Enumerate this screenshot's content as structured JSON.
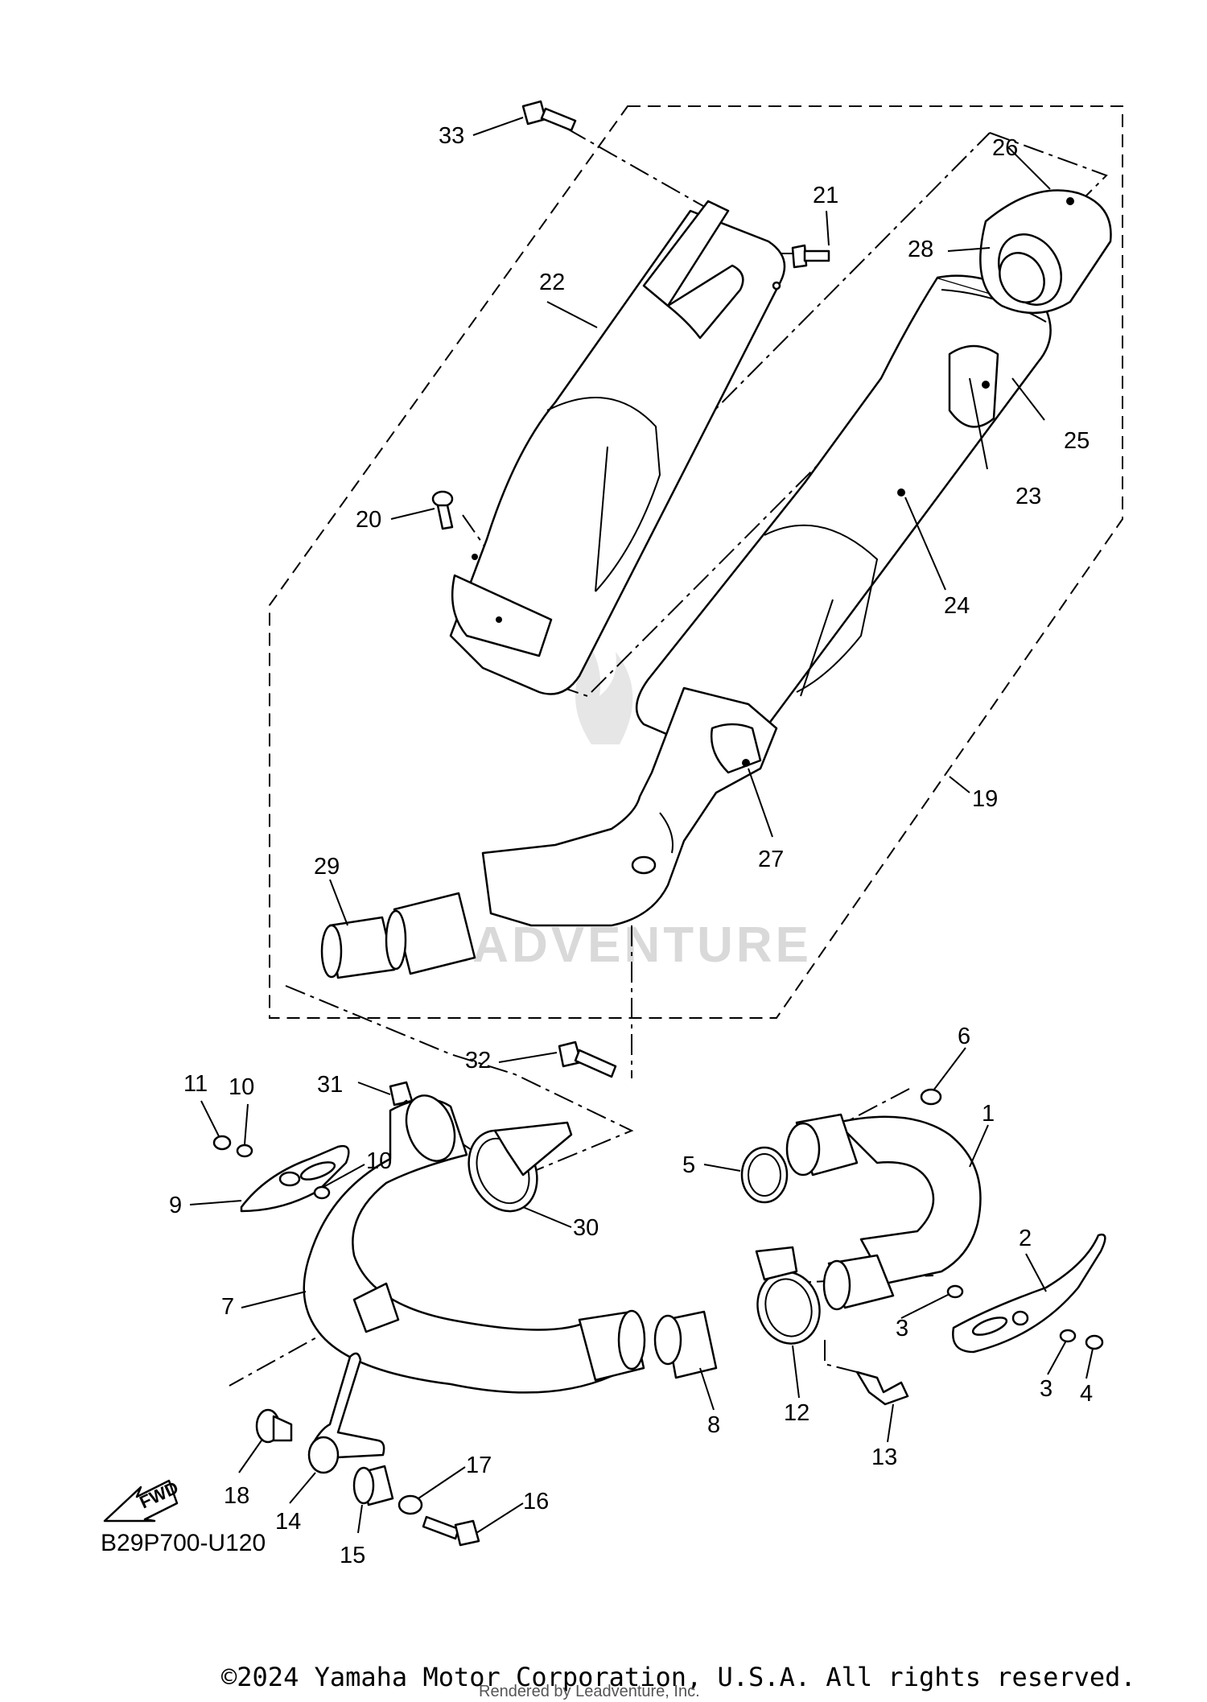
{
  "diagram": {
    "code": "B29P700-U120",
    "copyright": "©2024 Yamaha Motor Corporation, U.S.A. All rights reserved.",
    "rendered_by": "Rendered by Leadventure, Inc.",
    "watermark": "LEADVENTURE",
    "fwd_label": "FWD"
  },
  "callouts": {
    "c1": "1",
    "c2": "2",
    "c3a": "3",
    "c3b": "3",
    "c4": "4",
    "c5": "5",
    "c6": "6",
    "c7": "7",
    "c8": "8",
    "c9": "9",
    "c10a": "10",
    "c10b": "10",
    "c11": "11",
    "c12": "12",
    "c13": "13",
    "c14": "14",
    "c15": "15",
    "c16": "16",
    "c17": "17",
    "c18": "18",
    "c19": "19",
    "c20": "20",
    "c21": "21",
    "c22": "22",
    "c23": "23",
    "c24": "24",
    "c25": "25",
    "c26": "26",
    "c27": "27",
    "c28": "28",
    "c29": "29",
    "c30": "30",
    "c31": "31",
    "c32": "32",
    "c33": "33"
  }
}
